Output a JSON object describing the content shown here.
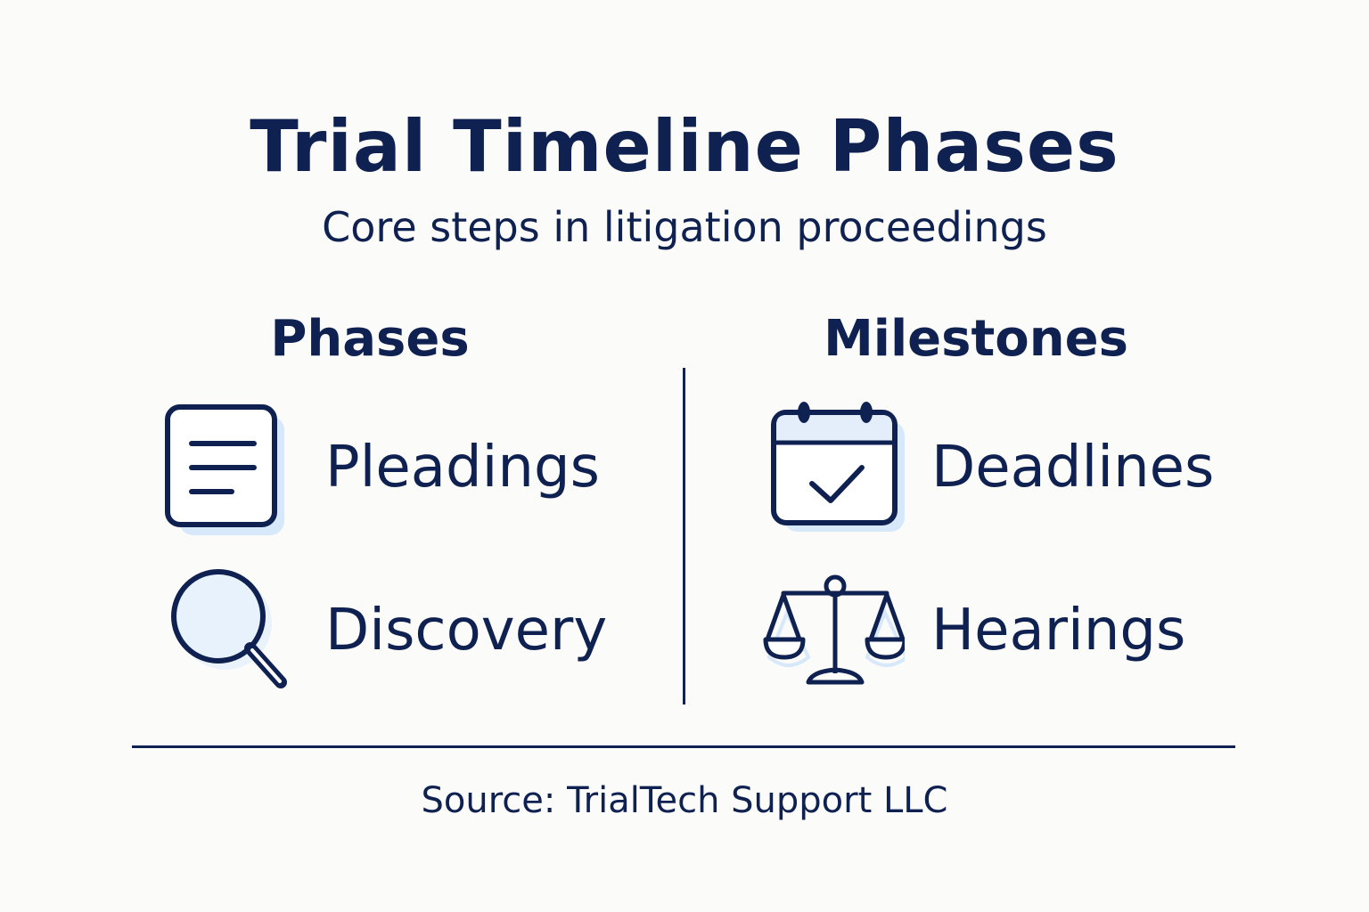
{
  "header": {
    "title": "Trial Timeline Phases",
    "subtitle": "Core steps in litigation proceedings"
  },
  "columns": {
    "phases": {
      "heading": "Phases",
      "items": [
        {
          "label": "Pleadings",
          "icon": "document-icon"
        },
        {
          "label": "Discovery",
          "icon": "magnifying-glass-icon"
        }
      ]
    },
    "milestones": {
      "heading": "Milestones",
      "items": [
        {
          "label": "Deadlines",
          "icon": "calendar-check-icon"
        },
        {
          "label": "Hearings",
          "icon": "scales-of-justice-icon"
        }
      ]
    }
  },
  "footer": {
    "source": "Source: TrialTech Support LLC"
  },
  "colors": {
    "ink": "#0f2150",
    "accent_light": "#d6e8fa",
    "background": "#fbfbf9"
  }
}
